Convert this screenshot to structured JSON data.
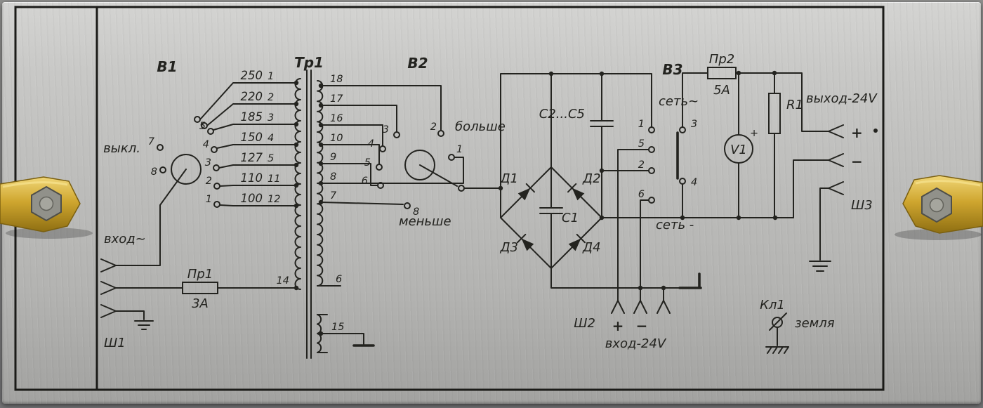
{
  "colors": {
    "ink": "#23231f",
    "plate_light": "#cfcfcd",
    "plate_dark": "#a7a7a5",
    "bracket_gold": "#c9a42e"
  },
  "schematic": {
    "b1": {
      "label": "В1",
      "off": "выкл.",
      "contacts_left": [
        "7",
        "8"
      ],
      "positions": [
        "5",
        "4",
        "3",
        "2",
        "1"
      ]
    },
    "rows": [
      {
        "v": "250",
        "t": "1"
      },
      {
        "v": "220",
        "t": "2"
      },
      {
        "v": "185",
        "t": "3"
      },
      {
        "v": "150",
        "t": "4"
      },
      {
        "v": "127",
        "t": "5"
      },
      {
        "v": "110",
        "t": "11"
      },
      {
        "v": "100",
        "t": "12"
      }
    ],
    "tr1": {
      "label": "Тр1",
      "taps": [
        "18",
        "17",
        "16",
        "10",
        "9",
        "8",
        "7"
      ],
      "tap6": "6",
      "tap14": "14",
      "tap15": "15"
    },
    "b2": {
      "label": "В2",
      "more": "больше",
      "less": "меньше",
      "c": {
        "p3": "3",
        "p2": "2",
        "p1": "1",
        "p4": "4",
        "p5": "5",
        "p6": "6",
        "p8": "8"
      }
    },
    "bridge": {
      "d1": "Д1",
      "d2": "Д2",
      "d3": "Д3",
      "d4": "Д4",
      "c1": "С1"
    },
    "caps": "С2...С5",
    "b3": {
      "label": "В3",
      "ac": "сеть~",
      "dc": "сеть -",
      "c": {
        "p1": "1",
        "p3": "3",
        "p5": "5",
        "p2": "2",
        "p4": "4",
        "p6": "6"
      }
    },
    "pr1": {
      "label": "Пр1",
      "rating": "3А"
    },
    "pr2": {
      "label": "Пр2",
      "rating": "5А"
    },
    "v1": {
      "label": "V1",
      "plus": "+"
    },
    "r1": {
      "label": "R1"
    },
    "out": {
      "title": "выход-24V",
      "conn": "Ш3",
      "plus": "+",
      "minus": "−"
    },
    "in_dc": {
      "title": "вход-24V",
      "conn": "Ш2",
      "plus": "+",
      "minus": "−"
    },
    "in_ac": {
      "title": "вход~",
      "conn": "Ш1"
    },
    "earth": {
      "label": "Кл1",
      "text": "земля"
    }
  }
}
